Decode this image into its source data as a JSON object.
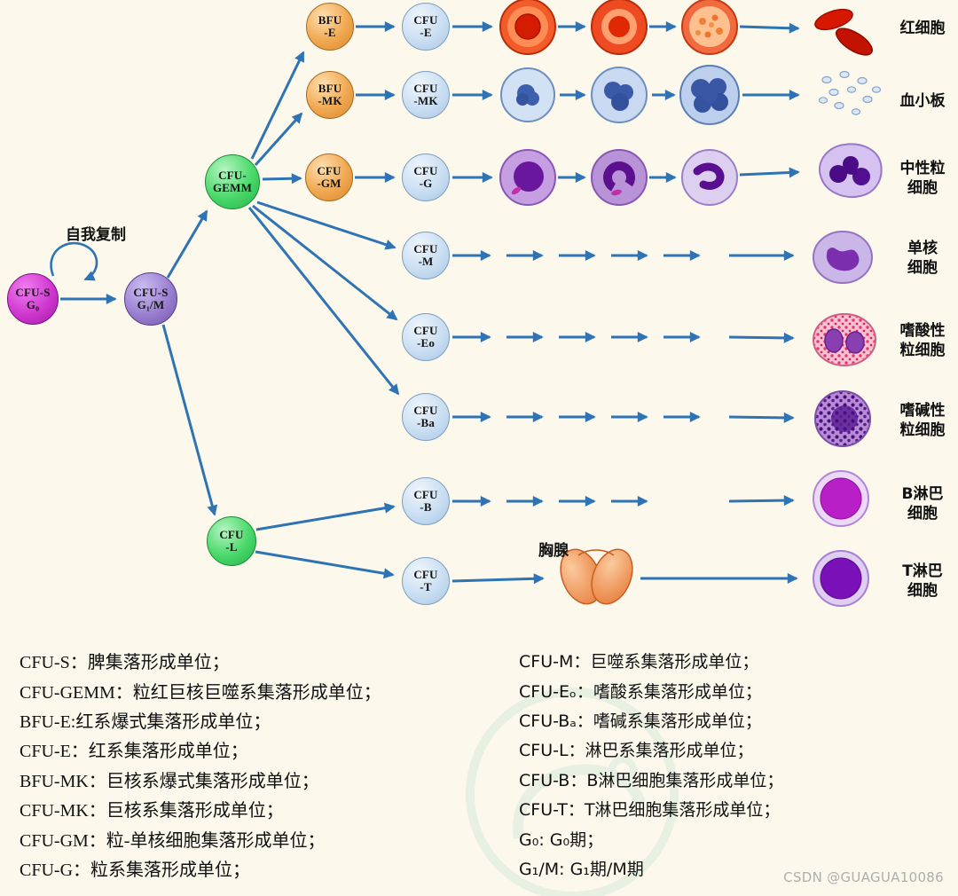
{
  "diagram": {
    "self_replication": "自我复制",
    "thymus": "胸腺",
    "nodes": {
      "cfus_g0": {
        "l1": "CFU-S",
        "l2": "G₀"
      },
      "cfus_g1m": {
        "l1": "CFU-S",
        "l2": "G₁/M"
      },
      "cfu_gemm": {
        "l1": "CFU-",
        "l2": "GEMM"
      },
      "cfu_l": {
        "l1": "CFU",
        "l2": "-L"
      },
      "bfu_e": {
        "l1": "BFU",
        "l2": "-E"
      },
      "cfu_e": {
        "l1": "CFU",
        "l2": "-E"
      },
      "bfu_mk": {
        "l1": "BFU",
        "l2": "-MK"
      },
      "cfu_mk": {
        "l1": "CFU",
        "l2": "-MK"
      },
      "cfu_gm": {
        "l1": "CFU",
        "l2": "-GM"
      },
      "cfu_g": {
        "l1": "CFU",
        "l2": "-G"
      },
      "cfu_m": {
        "l1": "CFU",
        "l2": "-M"
      },
      "cfu_eo": {
        "l1": "CFU",
        "l2": "-Eo"
      },
      "cfu_ba": {
        "l1": "CFU",
        "l2": "-Ba"
      },
      "cfu_b": {
        "l1": "CFU",
        "l2": "-B"
      },
      "cfu_t": {
        "l1": "CFU",
        "l2": "-T"
      }
    },
    "end_labels": {
      "rbc": "红细胞",
      "platelet": "血小板",
      "neutrophil": "中性粒\n细胞",
      "monocyte": "单核\n细胞",
      "eosinophil": "嗜酸性\n粒细胞",
      "basophil": "嗜碱性\n粒细胞",
      "b_lymphocyte": "B淋巴\n细胞",
      "t_lymphocyte": "T淋巴\n细胞"
    }
  },
  "legend": {
    "left": [
      "CFU-S：脾集落形成单位；",
      "CFU-GEMM：粒红巨核巨噬系集落形成单位；",
      "BFU-E:红系爆式集落形成单位；",
      "CFU-E：红系集落形成单位；",
      "BFU-MK：巨核系爆式集落形成单位；",
      "CFU-MK：巨核系集落形成单位；",
      "CFU-GM：粒-单核细胞集落形成单位；",
      "CFU-G：粒系集落形成单位；"
    ],
    "right": [
      "CFU-M：巨噬系集落形成单位；",
      "CFU-Eₒ：嗜酸系集落形成单位；",
      "CFU-Bₐ：嗜碱系集落形成单位；",
      "CFU-L：淋巴系集落形成单位；",
      "CFU-B：B淋巴细胞集落形成单位；",
      "CFU-T：T淋巴细胞集落形成单位；",
      "G₀: G₀期；",
      "G₁/M: G₁期/M期"
    ]
  },
  "watermark": "CSDN @GUAGUA10086",
  "colors": {
    "background": "#fcf8ec",
    "arrow": "#2e74b5",
    "node_magenta": "#c32cc3",
    "node_purple": "#8f72c8",
    "node_green": "#3ed162",
    "node_orange": "#eda24f",
    "node_blue": "#c4daf0"
  }
}
